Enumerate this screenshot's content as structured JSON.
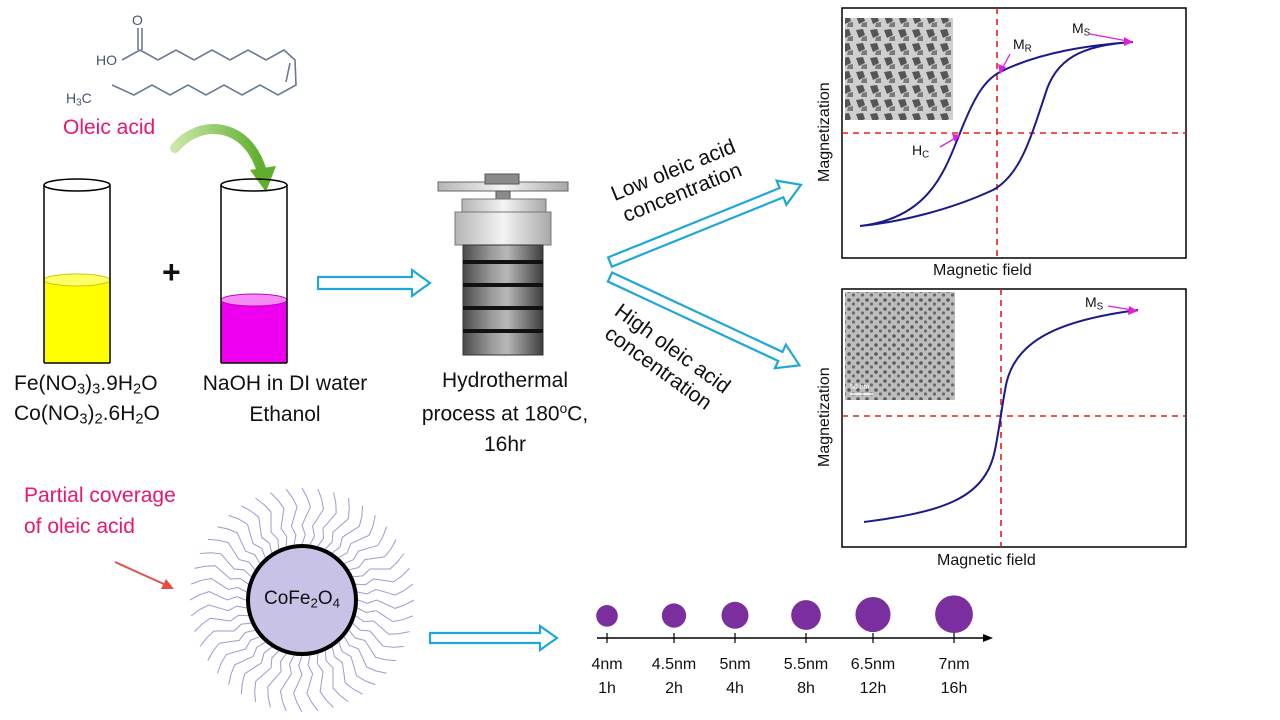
{
  "oleic_acid_label": "Oleic acid",
  "molecule": {
    "acid_group": "HO",
    "carbonyl": "O",
    "methyl": "H",
    "methyl_sub": "3",
    "methyl_c": "C"
  },
  "plus": "+",
  "precursors": {
    "line1": {
      "a": "Fe(NO",
      "s1": "3",
      "b": ")",
      "s2": "3",
      "c": ".9H",
      "s3": "2",
      "d": "O"
    },
    "line2": {
      "a": "Co(NO",
      "s1": "3",
      "b": ")",
      "s2": "2",
      "c": ".6H",
      "s3": "2",
      "d": "O"
    }
  },
  "solvent": {
    "line1": "NaOH in DI water",
    "line2": "Ethanol"
  },
  "process": {
    "line1": "Hydrothermal",
    "line2a": "process at 180",
    "line2sup": "o",
    "line2b": "C,",
    "line3": "16hr"
  },
  "branches": {
    "low": {
      "line1": "Low oleic acid",
      "line2": "concentration"
    },
    "high": {
      "line1": "High oleic acid",
      "line2": "concentration"
    }
  },
  "plot_top": {
    "ylabel": "Magnetization",
    "xlabel": "Magnetic field",
    "ms": "M",
    "ms_sub": "S",
    "mr": "M",
    "mr_sub": "R",
    "hc": "H",
    "hc_sub": "C"
  },
  "plot_bottom": {
    "ylabel": "Magnetization",
    "xlabel": "Magnetic field",
    "ms": "M",
    "ms_sub": "S",
    "scale_bar": "50 nm"
  },
  "particle": {
    "label_a": "CoFe",
    "label_s1": "2",
    "label_b": "O",
    "label_s2": "4"
  },
  "coverage": {
    "line1": "Partial coverage",
    "line2": "of oleic acid"
  },
  "timeline": {
    "sizes": [
      "4nm",
      "4.5nm",
      "5nm",
      "5.5nm",
      "6.5nm",
      "7nm"
    ],
    "times": [
      "1h",
      "2h",
      "4h",
      "8h",
      "12h",
      "16h"
    ],
    "diameters_nm": [
      4,
      4.5,
      5,
      5.5,
      6.5,
      7
    ]
  },
  "colors": {
    "pink": "#e8176f",
    "arrow_blue": "#1fa7d8",
    "yellow_solution": "#ffff00",
    "magenta_solution": "#ee00ee",
    "green_arrow": "#7ac143",
    "curve": "#1a1a8c",
    "dash_red": "#e0201d",
    "particle_purple": "#7b2f9e",
    "core_lavender": "#c8c2e6"
  }
}
